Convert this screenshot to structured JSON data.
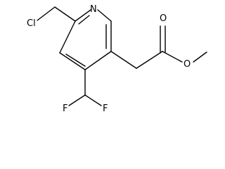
{
  "molecule": {
    "atoms": {
      "ring_n": "N",
      "chlorine": "Cl",
      "fluorine_left": "F",
      "fluorine_right": "F",
      "carbonyl_o": "O",
      "ester_o": "O"
    }
  }
}
